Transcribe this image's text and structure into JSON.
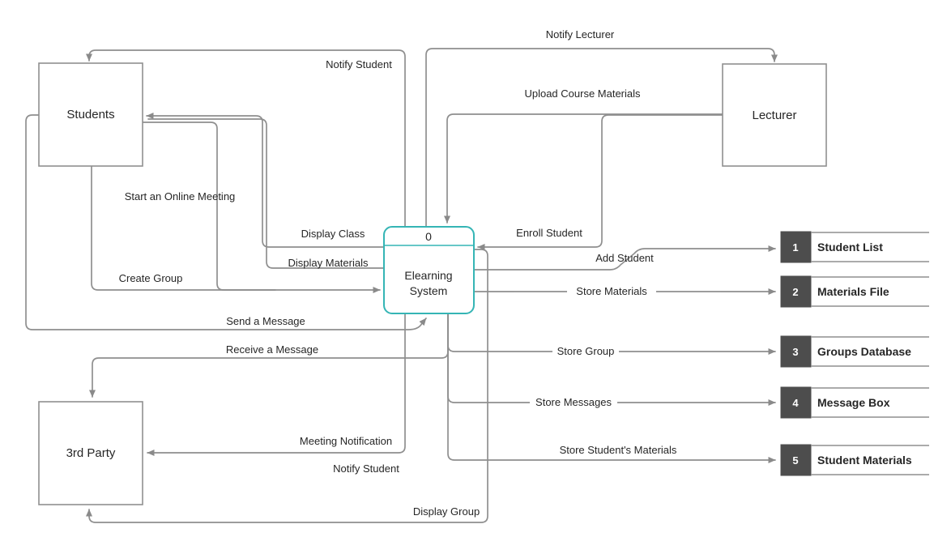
{
  "diagram": {
    "process": {
      "id": "0",
      "name_lines": [
        "Elearning",
        "System"
      ]
    },
    "entities": [
      {
        "label": "Students"
      },
      {
        "label": "Lecturer"
      },
      {
        "label": "3rd Party"
      }
    ],
    "data_stores": [
      {
        "number": "1",
        "label": "Student List"
      },
      {
        "number": "2",
        "label": "Materials File"
      },
      {
        "number": "3",
        "label": "Groups Database"
      },
      {
        "number": "4",
        "label": "Message Box"
      },
      {
        "number": "5",
        "label": "Student Materials"
      }
    ],
    "flow_labels": {
      "notify_lecturer": "Notify Lecturer",
      "notify_student_top": "Notify Student",
      "upload_course_materials": "Upload Course Materials",
      "enroll_student": "Enroll Student",
      "add_student": "Add Student",
      "display_class": "Display Class",
      "display_materials": "Display Materials",
      "start_online_meeting": "Start an Online Meeting",
      "create_group": "Create Group",
      "send_a_message": "Send a Message",
      "receive_a_message": "Receive a Message",
      "store_materials": "Store Materials",
      "store_group": "Store Group",
      "store_messages": "Store Messages",
      "meeting_notification": "Meeting Notification",
      "notify_student_bottom": "Notify Student",
      "display_group": "Display Group",
      "store_students_materials": "Store Student's Materials"
    },
    "colors": {
      "background": "#ffffff",
      "connector": "#8f8f8f",
      "entity_border": "#8f8f8f",
      "process_border": "#35b5b5",
      "store_fill": "#4d4d4d",
      "store_number_text": "#ffffff",
      "text": "#262626"
    }
  }
}
